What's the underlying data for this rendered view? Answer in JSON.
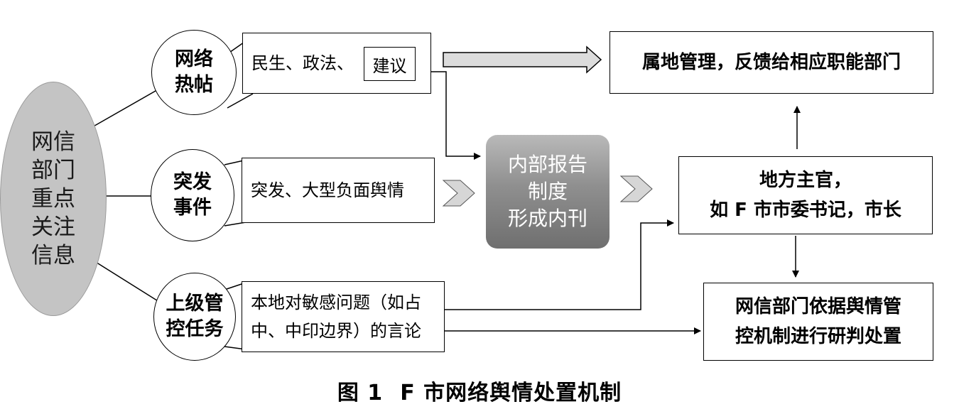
{
  "center": {
    "line1": "网信",
    "line2": "部门",
    "line3": "重点",
    "line4": "关注",
    "line5": "信息"
  },
  "sources": [
    {
      "line1": "网络",
      "line2": "热帖"
    },
    {
      "line1": "突发",
      "line2": "事件"
    },
    {
      "line1": "上级管",
      "line2": "控任务"
    }
  ],
  "source_details": {
    "hot_posts_prefix": "民生、政法、",
    "hot_posts_highlight": "建议",
    "emergency": "突发、大型负面舆情",
    "task_line1": "本地对敏感问题（如占",
    "task_line2": "中、中印边界）的言论"
  },
  "internal_report": {
    "line1": "内部报告",
    "line2": "制度",
    "line3": "形成内刊"
  },
  "local_management": "属地管理，反馈给相应职能部门",
  "local_officials": {
    "line1": "地方主官，",
    "line2": "如 F 市市委书记，市长"
  },
  "department_disposal": {
    "line1": "网信部门依据舆情管",
    "line2": "控机制进行研判处置"
  },
  "caption": {
    "figure": "图 1",
    "title": "F 市网络舆情处置机制"
  }
}
